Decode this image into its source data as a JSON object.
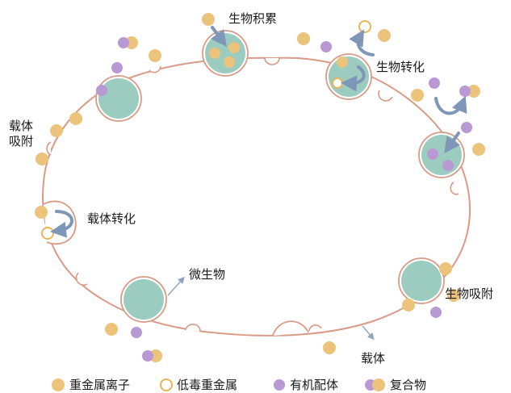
{
  "labels": {
    "bioaccumulation": "生物积累",
    "biotransformation": "生物转化",
    "carrier_adsorption_line1": "载体",
    "carrier_adsorption_line2": "吸附",
    "carrier_transformation": "载体转化",
    "microorganism": "微生物",
    "bioadsorption": "生物吸附",
    "carrier": "载体"
  },
  "legend": {
    "heavy_metal_ion": "重金属离子",
    "low_toxicity_metal": "低毒重金属",
    "organic_ligand": "有机配体",
    "complex": "复合物"
  },
  "colors": {
    "heavy_metal_ion": "#ebc37a",
    "low_toxicity_metal": "#e7b45a",
    "organic_ligand": "#b899d4",
    "cell_fill": "#9ccbc0",
    "carrier_outline": "#d99a86",
    "arrow": "#7e96b8"
  }
}
